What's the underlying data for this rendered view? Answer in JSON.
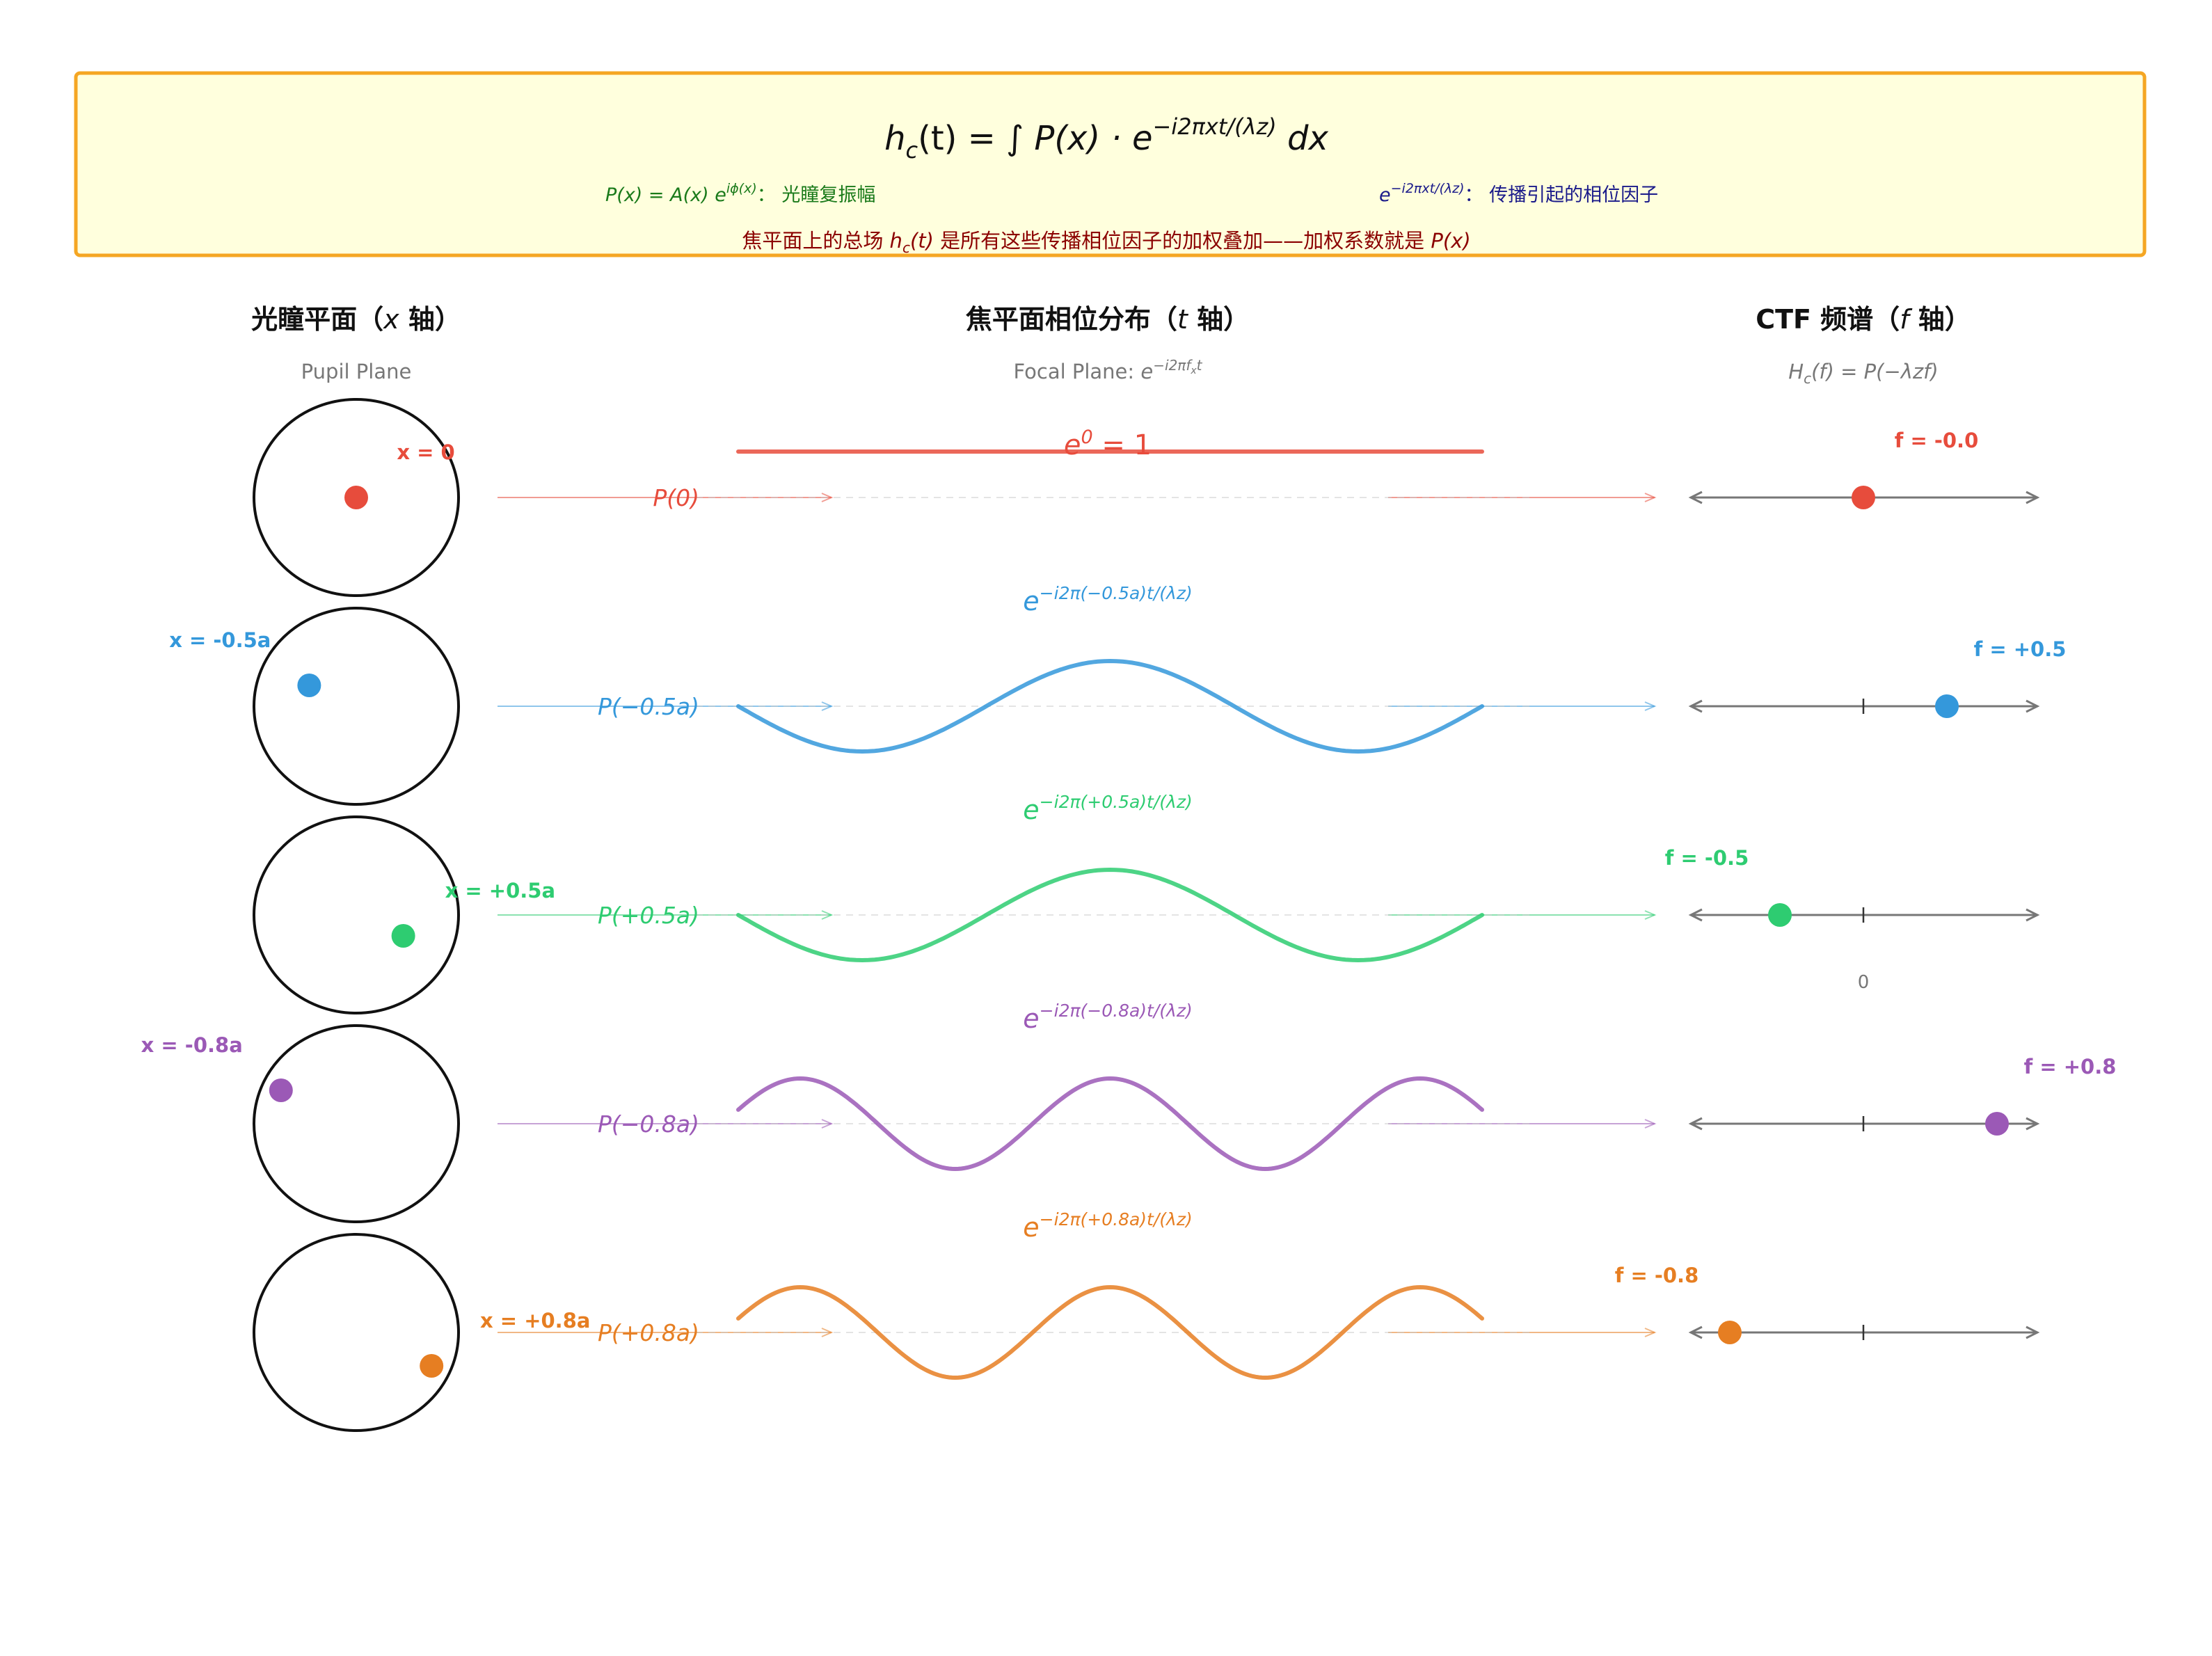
{
  "header": {
    "formula": {
      "lhs": "h",
      "lhs_sub": "c",
      "lhs_arg": "(t) = ∫ ",
      "integrand": "P(x) · e",
      "exponent": "−i2πxt/(λz)",
      "tail": " dx"
    },
    "def_pupil": {
      "math": "P(x) = A(x)",
      "e": "e",
      "sup": "iϕ(x)",
      "text": "：  光瞳复振幅"
    },
    "def_phase": {
      "e": "e",
      "sup": "−i2πxt/(λz)",
      "text": "：  传播引起的相位因子"
    },
    "summary": {
      "prefix": "焦平面上的总场 ",
      "h": "h",
      "sub": "c",
      "arg": "(t)",
      "middle": " 是所有这些传播相位因子的加权叠加——加权系数就是 ",
      "tail": "P(x)"
    }
  },
  "columns": {
    "pupil": {
      "title_a": "光瞳平面（",
      "title_var": "x",
      "title_b": " 轴）",
      "subtitle": "Pupil Plane"
    },
    "focal": {
      "title_a": "焦平面相位分布（",
      "title_var": "t",
      "title_b": " 轴）",
      "subtitle_text": "Focal Plane: ",
      "subtitle_e": "e",
      "subtitle_sup": "−i2πf",
      "subtitle_sup_sub": "x",
      "subtitle_sup_tail": "t"
    },
    "ctf": {
      "title_a": "CTF 频谱（",
      "title_var": "f",
      "title_b": " 轴）",
      "subtitle": "H",
      "subtitle_sub": "c",
      "subtitle_tail": "(f) = P(−λzf)"
    }
  },
  "colors": {
    "row0": "#e74c3c",
    "row1": "#3498db",
    "row2": "#2ecc71",
    "row3": "#9b59b6",
    "row4": "#e67e22",
    "header_border": "#f5a623",
    "header_bg": "#ffffdd",
    "green_text": "#1a7a1a",
    "blue_text": "#1a1a8a",
    "dark_red_text": "#8b0000",
    "axis": "#777777"
  },
  "origin_label": "0",
  "rows": [
    {
      "x": 0,
      "f": 0,
      "color": "#e74c3c",
      "x_label": "x = 0",
      "f_label": "f = -0.0",
      "p_label": "P(0)",
      "phase_e": "e",
      "phase_sup": "0",
      "phase_tail": " = 1",
      "wave_cycles": 0
    },
    {
      "x": -0.5,
      "f": 0.5,
      "color": "#3498db",
      "x_label": "x = -0.5a",
      "f_label": "f = +0.5",
      "p_label": "P(−0.5a)",
      "phase_e": "e",
      "phase_sup": "−i2π(−0.5a)t/(λz)",
      "phase_tail": "",
      "wave_cycles": 1.5
    },
    {
      "x": 0.5,
      "f": -0.5,
      "color": "#2ecc71",
      "x_label": "x = +0.5a",
      "f_label": "f = -0.5",
      "p_label": "P(+0.5a)",
      "phase_e": "e",
      "phase_sup": "−i2π(+0.5a)t/(λz)",
      "phase_tail": "",
      "wave_cycles": 1.5
    },
    {
      "x": -0.8,
      "f": 0.8,
      "color": "#9b59b6",
      "x_label": "x = -0.8a",
      "f_label": "f = +0.8",
      "p_label": "P(−0.8a)",
      "phase_e": "e",
      "phase_sup": "−i2π(−0.8a)t/(λz)",
      "phase_tail": "",
      "wave_cycles": 2.4
    },
    {
      "x": 0.8,
      "f": -0.8,
      "color": "#e67e22",
      "x_label": "x = +0.8a",
      "f_label": "f = -0.8",
      "p_label": "P(+0.8a)",
      "phase_e": "e",
      "phase_sup": "−i2π(+0.8a)t/(λz)",
      "phase_tail": "",
      "wave_cycles": 2.4
    }
  ]
}
